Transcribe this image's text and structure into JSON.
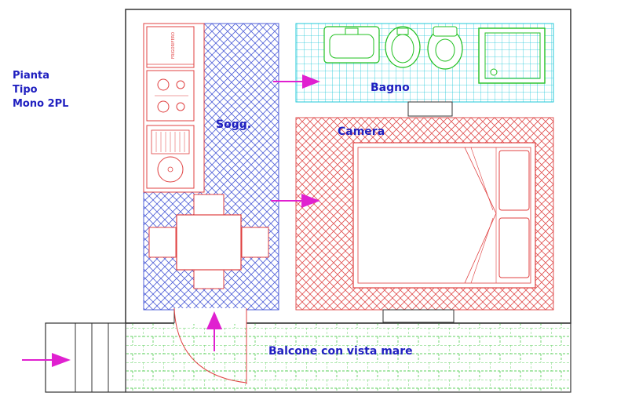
{
  "title_lines": [
    "Pianta",
    "Tipo",
    "Mono 2PL"
  ],
  "rooms": {
    "soggiorno": "Sogg.",
    "bagno": "Bagno",
    "camera": "Camera",
    "balcone": "Balcone con vista mare"
  },
  "appliance_label": "FRIGORIFERO",
  "colors": {
    "wall": "#333333",
    "soggiorno_hatch": "#5060d8",
    "bagno_hatch": "#20c8d8",
    "camera_hatch": "#e05050",
    "balcone_grid": "#60d060",
    "fixtures_green": "#20c020",
    "furniture_red": "#e04040",
    "label_text": "#2020c0",
    "arrow": "#e020d0"
  }
}
